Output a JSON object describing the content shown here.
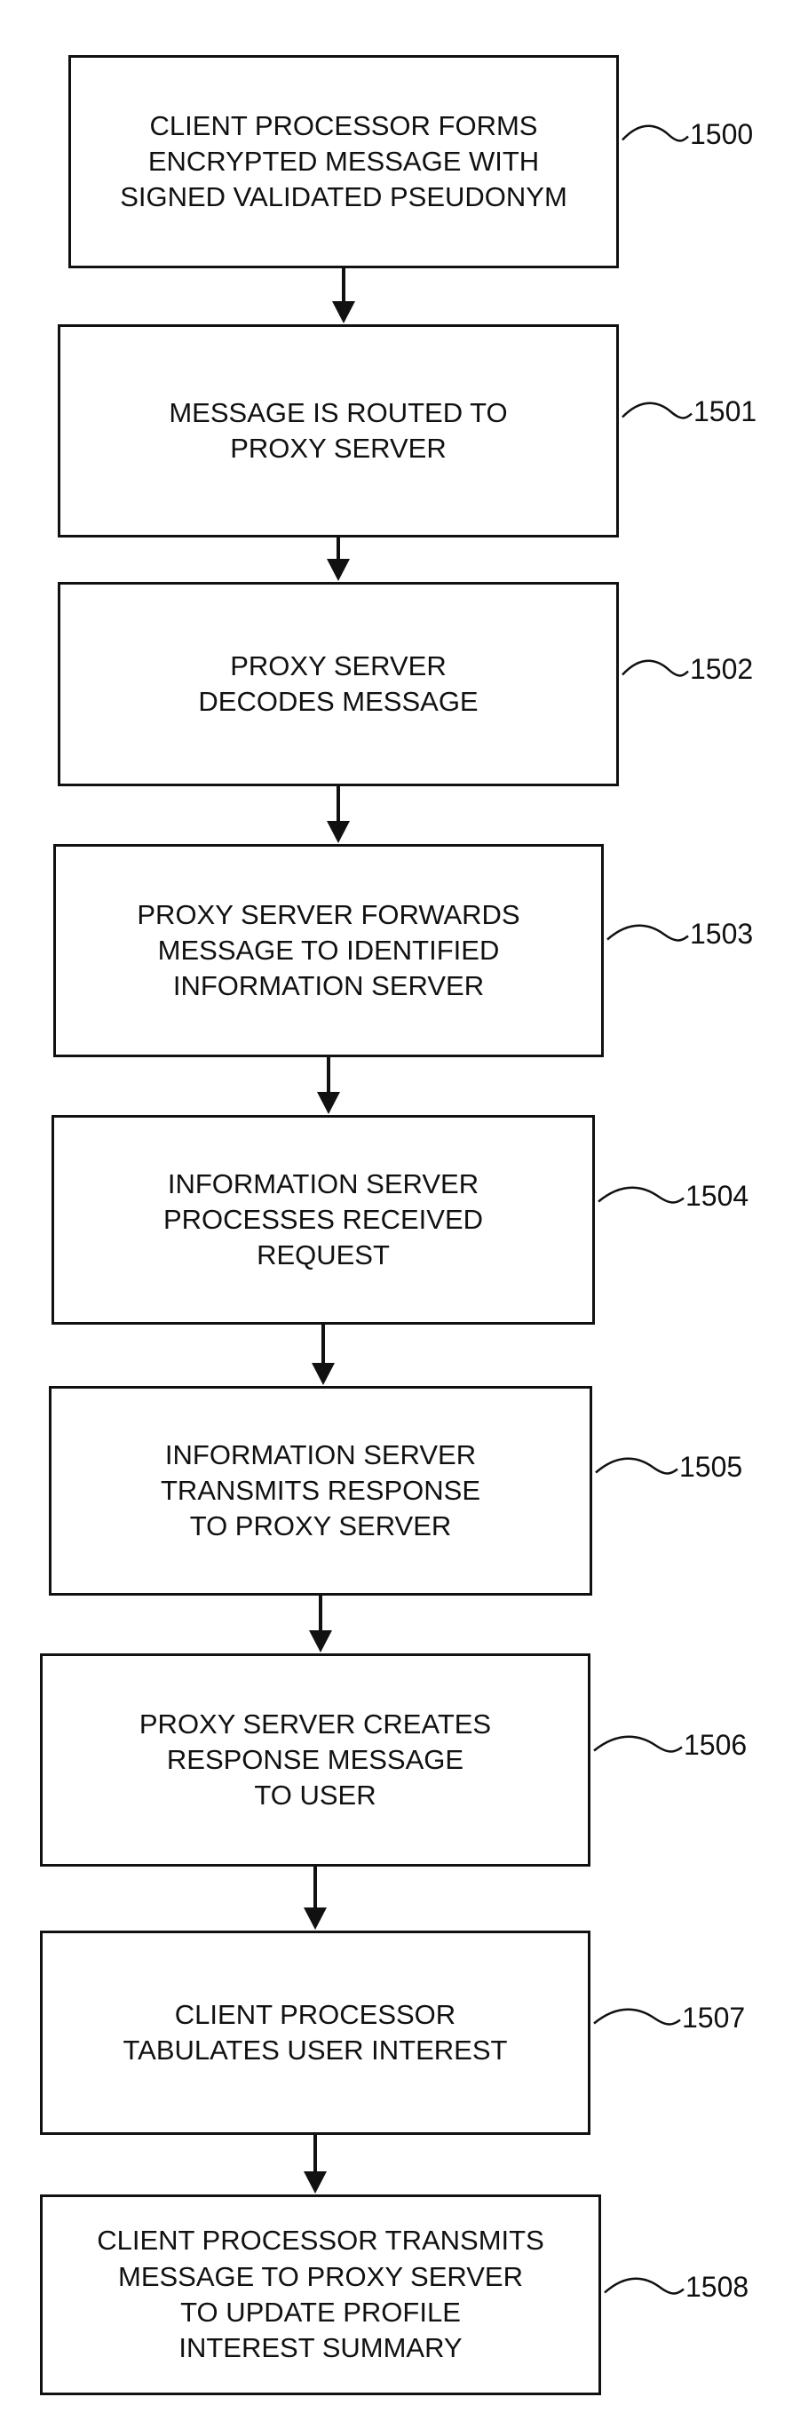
{
  "steps": [
    {
      "ref": "1500",
      "text": "CLIENT PROCESSOR FORMS\nENCRYPTED MESSAGE WITH\nSIGNED VALIDATED PSEUDONYM"
    },
    {
      "ref": "1501",
      "text": "MESSAGE IS ROUTED TO\nPROXY SERVER"
    },
    {
      "ref": "1502",
      "text": "PROXY SERVER\nDECODES MESSAGE"
    },
    {
      "ref": "1503",
      "text": "PROXY SERVER FORWARDS\nMESSAGE TO IDENTIFIED\nINFORMATION SERVER"
    },
    {
      "ref": "1504",
      "text": "INFORMATION SERVER\nPROCESSES RECEIVED\nREQUEST"
    },
    {
      "ref": "1505",
      "text": "INFORMATION SERVER\nTRANSMITS RESPONSE\nTO PROXY SERVER"
    },
    {
      "ref": "1506",
      "text": "PROXY SERVER CREATES\nRESPONSE MESSAGE\nTO USER"
    },
    {
      "ref": "1507",
      "text": "CLIENT PROCESSOR\nTABULATES USER INTEREST"
    },
    {
      "ref": "1508",
      "text": "CLIENT PROCESSOR TRANSMITS\nMESSAGE TO PROXY SERVER\nTO UPDATE PROFILE\nINTEREST SUMMARY"
    }
  ],
  "colors": {
    "line": "#111111",
    "background": "#ffffff"
  }
}
